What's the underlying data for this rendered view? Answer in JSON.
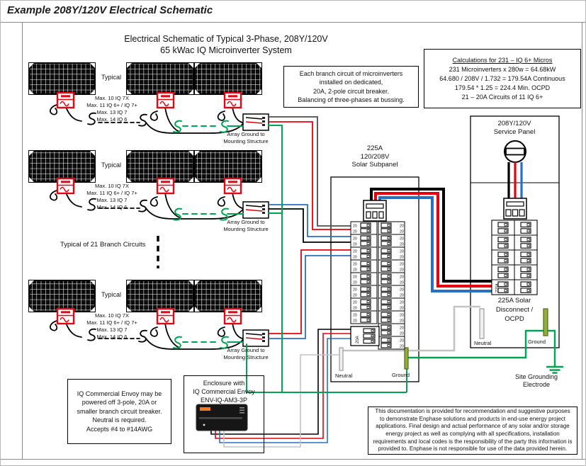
{
  "page_title": "Example 208Y/120V Electrical Schematic",
  "title": {
    "line1": "Electrical Schematic of Typical 3-Phase, 208Y/120V",
    "line2": "65 kWac IQ Microinverter System"
  },
  "calculations_box": {
    "title": "Calculations for 231 – IQ 6+ Micros",
    "lines": [
      "231 Microinverters x 280w = 64.68kW",
      "64.680 / 208V / 1.732 = 179.54A Continuous",
      "179.54 * 1.25 = 224.4 Min. OCPD",
      "21 – 20A Circuits of 11 IQ 6+"
    ]
  },
  "branch_note": {
    "lines": [
      "Each branch circuit of microinverters",
      "installed on dedicated,",
      "20A, 2-pole circuit breaker.",
      "Balancing of three-phases at bussing."
    ]
  },
  "array_row": {
    "typical_label": "Typical",
    "max_specs": [
      "Max. 10 IQ 7X",
      "Max. 11 IQ 6+ / IQ 7+",
      "Max. 13 IQ 7",
      "Max. 14 IQ 6"
    ],
    "ground_label_lines": [
      "Array Ground to",
      "Mounting Structure"
    ]
  },
  "typical_branches_label": "Typical of 21 Branch Circuits",
  "subpanel": {
    "title_lines": [
      "225A",
      "120/208V",
      "Solar Subpanel"
    ],
    "breaker_amp_label": "20",
    "envoy_breaker_label": "20A",
    "neutral_label": "Neutral",
    "ground_label": "Ground",
    "left_breaker_rows": 8,
    "right_breaker_rows": 10
  },
  "service_panel": {
    "title_lines": [
      "208Y/120V",
      "Service Panel"
    ],
    "main_breaker_label": "225A",
    "disconnect_lines": [
      "225A Solar",
      "Disconnect /",
      "OCPD"
    ],
    "neutral_label": "Neutral",
    "ground_label": "Ground",
    "breaker_rows": 5
  },
  "site_grounding": {
    "lines": [
      "Site Grounding",
      "Electrode"
    ]
  },
  "envoy_note": {
    "lines": [
      "IQ Commercial Envoy may be",
      "powered off 3-pole, 20A or",
      "smaller branch circuit breaker.",
      "Neutral is required.",
      "Accepts #4 to #14AWG"
    ]
  },
  "enclosure": {
    "lines": [
      "Enclosure with",
      "IQ Commercial Envoy",
      "ENV-IQ-AM3-3P"
    ]
  },
  "disclaimer": {
    "lines": [
      "This documentation is provided for recommendation and suggestive purposes",
      "to demonstrate Enphase solutions and products in end-use energy project",
      "applications. Final design and actual performance of any solar and/or storage",
      "energy project as well as complying with all specifications, installation",
      "requirements and local codes is the responsibility of the party this information is",
      "provided to. Enphase is not responsible for use of the data provided herein."
    ]
  },
  "colors": {
    "wire_red": "#e8000d",
    "wire_blue": "#2b6fc2",
    "wire_green": "#00a551",
    "wire_neutral": "#c3c3c3",
    "ground_bus": "#94ad3b",
    "inverter_red": "#e30613"
  }
}
